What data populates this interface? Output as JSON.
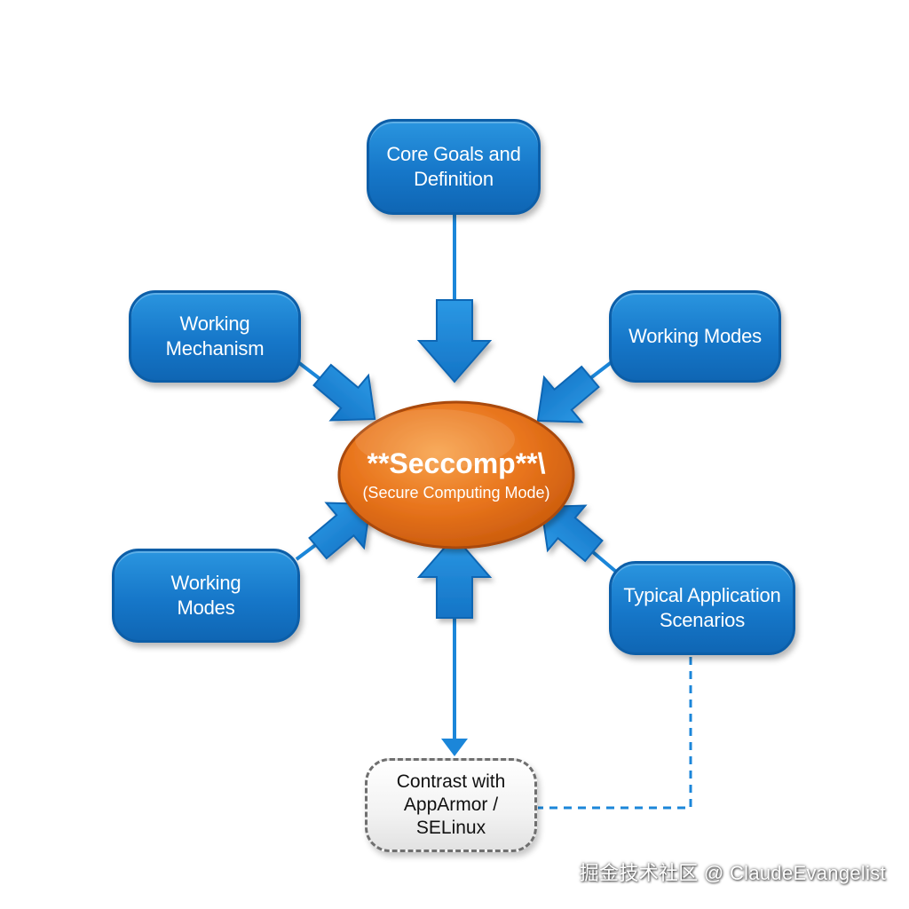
{
  "diagram": {
    "center": {
      "title": "**Seccomp**\\",
      "subtitle": "(Secure Computing Mode)"
    },
    "nodes": {
      "core_goals": "Core Goals and Definition",
      "working_mechanism": "Working Mechanism",
      "working_modes_right": "Working Modes",
      "working_modes_left": "Working Modes",
      "typical_scenarios": "Typical Application Scenarios",
      "contrast": "Contrast with AppArmor / SELinux"
    }
  },
  "colors": {
    "node_blue": "#1677c9",
    "arrow_blue": "#1b86d9",
    "center_orange": "#e8741c",
    "dashed_line": "#1b86d9",
    "contrast_border": "#6f6f6f"
  },
  "watermark": "掘金技术社区 @ ClaudeEvangelist"
}
